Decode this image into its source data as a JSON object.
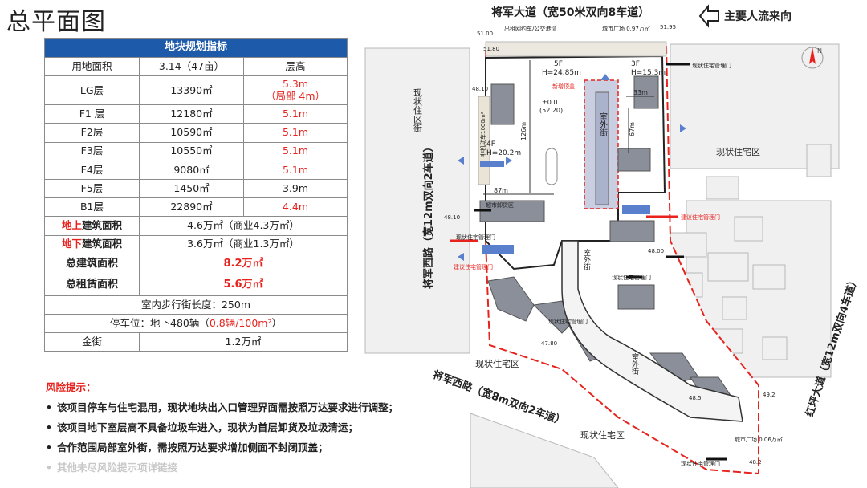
{
  "page_title": "总平面图",
  "table": {
    "header": "地块规划指标",
    "row_area": {
      "label": "用地面积",
      "value": "3.14（47亩）",
      "extra": "层高"
    },
    "floors": [
      {
        "label": "LG层",
        "area": "13390㎡",
        "height": "5.3m",
        "height2": "（局部 4m）",
        "color": "#e8231e"
      },
      {
        "label": "F1 层",
        "area": "12180㎡",
        "height": "5.1m",
        "height2": "",
        "color": "#e8231e"
      },
      {
        "label": "F2层",
        "area": "10590㎡",
        "height": "5.1m",
        "height2": "",
        "color": "#e8231e"
      },
      {
        "label": "F3层",
        "area": "10550㎡",
        "height": "5.1m",
        "height2": "",
        "color": "#e8231e"
      },
      {
        "label": "F4层",
        "area": "9080㎡",
        "height": "5.1m",
        "height2": "",
        "color": "#e8231e"
      },
      {
        "label": "F5层",
        "area": "1450㎡",
        "height": "3.9m",
        "height2": "",
        "color": "#222222"
      },
      {
        "label": "B1层",
        "area": "22890㎡",
        "height": "4.4m",
        "height2": "",
        "color": "#e8231e"
      }
    ],
    "above": {
      "red": "地上",
      "rest": "建筑面积",
      "value": "4.6万㎡（商业4.3万㎡）"
    },
    "below": {
      "red": "地下",
      "rest": "建筑面积",
      "value": "3.6万㎡（商业1.3万㎡）"
    },
    "total_gfa": {
      "label": "总建筑面积",
      "value": "8.2万㎡"
    },
    "total_lease": {
      "label": "总租赁面积",
      "value": "5.6万㎡"
    },
    "walkway": "室内步行街长度：250m",
    "parking": {
      "prefix": "停车位：地下480辆（",
      "ratio": "0.8辆/100m²",
      "suffix": "）"
    },
    "golden": {
      "label": "金街",
      "value": "1.2万㎡"
    }
  },
  "risk": {
    "title": "风险提示：",
    "items": [
      "该项目停车与住宅混用，现状地块出入口管理界面需按照万达要求进行调整；",
      "该项目地下室层高不具备垃圾车进入，现状为首层卸货及垃圾清运；",
      "合作范围局部室外街，需按照万达要求增加侧面不封闭顶盖；"
    ],
    "link": "其他未尽风险提示项详链接"
  },
  "map": {
    "road_top": "将军大道（宽50米双向8车道）",
    "flow_label": "主要人流来向",
    "road_left": "将军西路（宽12m双向2车道）",
    "road_bottom": "将军西路（宽8m双向2车道）",
    "road_right": "红坪大道（宽12m双向4车道）",
    "res_left": "现状住区街",
    "res_right": "现状住宅区",
    "res_bottom_left": "现状住宅区",
    "res_bottom": "现状住宅区",
    "taxi": "出租网约车/公交港湾",
    "plaza_top": "城市广场 0.97万㎡",
    "plaza_bottom": "城市广场 0.06万㎡",
    "bike_lane": "非机动车1000m²",
    "new_roof": "新增顶盖",
    "street": "室外街",
    "unload": "超市卸货区",
    "b5f": "5F",
    "b5f_h": "H=24.85m",
    "b3f": "3F",
    "b3f_h": "H=15.3m",
    "b4f": "4F",
    "b4f_h": "H=20.2m",
    "level_a": "±0.0",
    "level_b": "(52.20)",
    "dim_126": "126m",
    "dim_87": "87m",
    "dim_33": "33m",
    "dim_67": "67m",
    "gate_res": "现状住宅管理门",
    "gate_plan": "建议住宅管理门",
    "gate_mgmt": "现状住宅管理门",
    "elev_5100": "51.00",
    "elev_5195": "51.95",
    "elev_5180": "51.80",
    "elev_4810a": "48.10",
    "elev_4810b": "48.10",
    "elev_4800": "48.00",
    "elev_4780": "47.80",
    "elev_485": "48.5",
    "elev_492": "49.2",
    "elev_482": "48.2",
    "north": "N"
  }
}
